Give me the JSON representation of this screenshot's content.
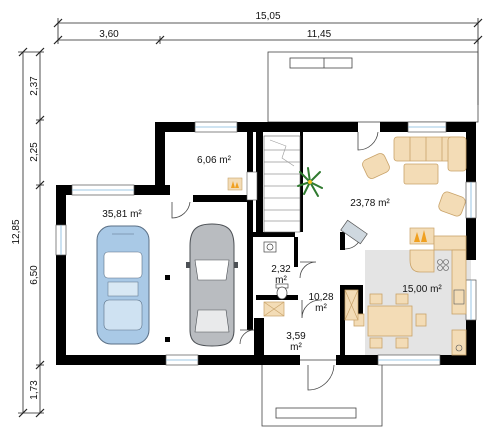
{
  "dimensions": {
    "top_total": "15,05",
    "top_left": "3,60",
    "top_right": "11,45",
    "left_total": "12,85",
    "left_segments": [
      "2,37",
      "2,25",
      "6,50",
      "1,73"
    ]
  },
  "rooms": [
    {
      "id": "garage",
      "area": "35,81 m²"
    },
    {
      "id": "boiler",
      "area": "6,06 m²"
    },
    {
      "id": "living",
      "area": "23,78 m²"
    },
    {
      "id": "bath",
      "area": "2,32 m²"
    },
    {
      "id": "hall",
      "area": "10,28 m²"
    },
    {
      "id": "kitchen",
      "area": "15,00 m²"
    },
    {
      "id": "vestibule",
      "area": "3,59 m²"
    }
  ],
  "colors": {
    "wall": "#000000",
    "furniture": "#f3dcb6",
    "furniture_stroke": "#c9a36a",
    "kitchen_floor": "#e4e4e4",
    "car_light": "#a9c9e6",
    "car_grey": "#b9bcc0",
    "glass": "#7fb7dd",
    "plant": "#2f7a2f",
    "fire": "#f0a020"
  },
  "icons": [
    "dimension-arrow-icon",
    "car-icon",
    "plant-icon",
    "fireplace-icon",
    "sofa-icon",
    "armchair-icon",
    "dining-table-icon",
    "toilet-icon",
    "stairs-icon"
  ]
}
